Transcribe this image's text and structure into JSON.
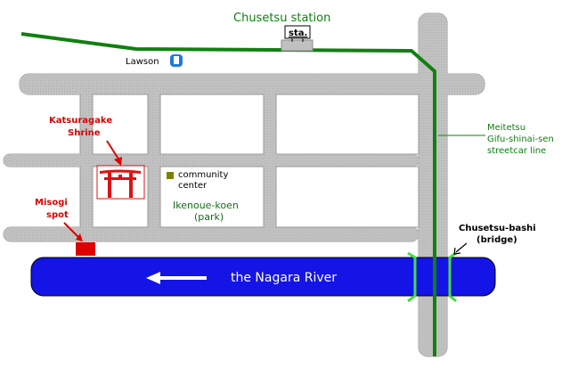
{
  "labels": {
    "station_title": "Chusetsu station",
    "station_sign": "sta.",
    "lawson": "Lawson",
    "shrine_line1": "Katsuragake",
    "shrine_line2": "Shrine",
    "misogi_line1": "Misogi",
    "misogi_line2": "spot",
    "community_line1": "community",
    "community_line2": "center",
    "park_line1": "Ikenoue-koen",
    "park_line2": "(park)",
    "railway_line1": "Meitetsu",
    "railway_line2": "Gifu-shinai-sen",
    "railway_line3": "streetcar line",
    "bridge_line1": "Chusetsu-bashi",
    "bridge_line2": "(bridge)",
    "river": "the Nagara River"
  },
  "colors": {
    "road": "#c8c8c8",
    "road_edge": "#9a9a9a",
    "block": "#ffffff",
    "railway": "#108010",
    "river": "#1414e6",
    "bridge": "#44dd44",
    "shrine_red": "#dd1111",
    "label_red": "#dd0000",
    "park_green": "#107010",
    "community_marker": "#808000",
    "lawson_blue": "#1f7ad8"
  },
  "icons": {
    "shrine": "torii-gate-icon",
    "lawson": "convenience-store-icon",
    "community": "square-marker-icon",
    "river_direction": "left-arrow-icon",
    "station": "station-sign-icon"
  }
}
